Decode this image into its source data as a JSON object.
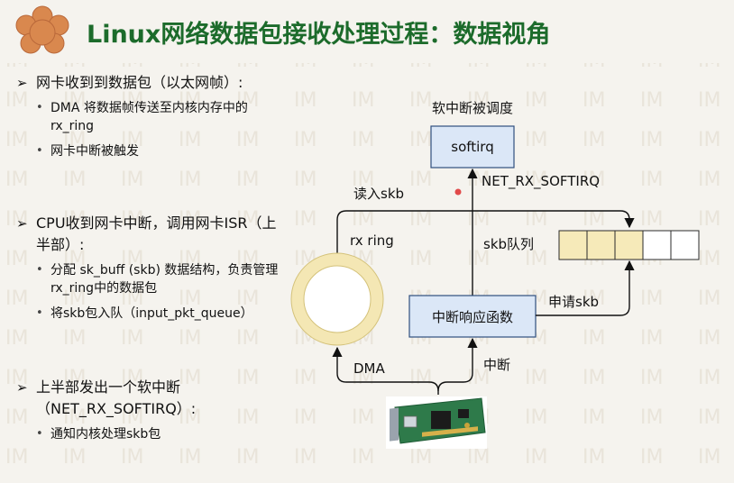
{
  "title": "Linux网络数据包接收处理过程：数据视角",
  "bullets": [
    {
      "text": "网卡收到到数据包（以太网帧）:",
      "subs": [
        "DMA 将数据帧传送至内核内存中的rx_ring",
        "网卡中断被触发"
      ]
    },
    {
      "text": "CPU收到网卡中断，调用网卡ISR（上半部）:",
      "subs": [
        "分配 sk_buff (skb) 数据结构，负责管理rx_ring中的数据包",
        "将skb包入队（input_pkt_queue）"
      ]
    },
    {
      "text": "上半部发出一个软中断（NET_RX_SOFTIRQ）:",
      "subs": [
        "通知内核处理skb包"
      ]
    }
  ],
  "diagram": {
    "softirq_caption": "软中断被调度",
    "softirq_box": "softirq",
    "net_rx_softirq": "NET_RX_SOFTIRQ",
    "read_skb": "读入skb",
    "rx_ring": "rx ring",
    "skb_queue": "skb队列",
    "handler_box": "中断响应函数",
    "apply_skb": "申请skb",
    "dma": "DMA",
    "interrupt": "中断"
  },
  "colors": {
    "title": "#1c6b2b",
    "box_fill": "#dbe7f7",
    "box_border": "#2f4f7f",
    "ring": "#f4e7b4",
    "queue_filled": "#f6eab9",
    "logo": "#d9884e"
  },
  "icons": [
    "flower-logo",
    "network-card-image",
    "bullet-triangle-icon"
  ]
}
